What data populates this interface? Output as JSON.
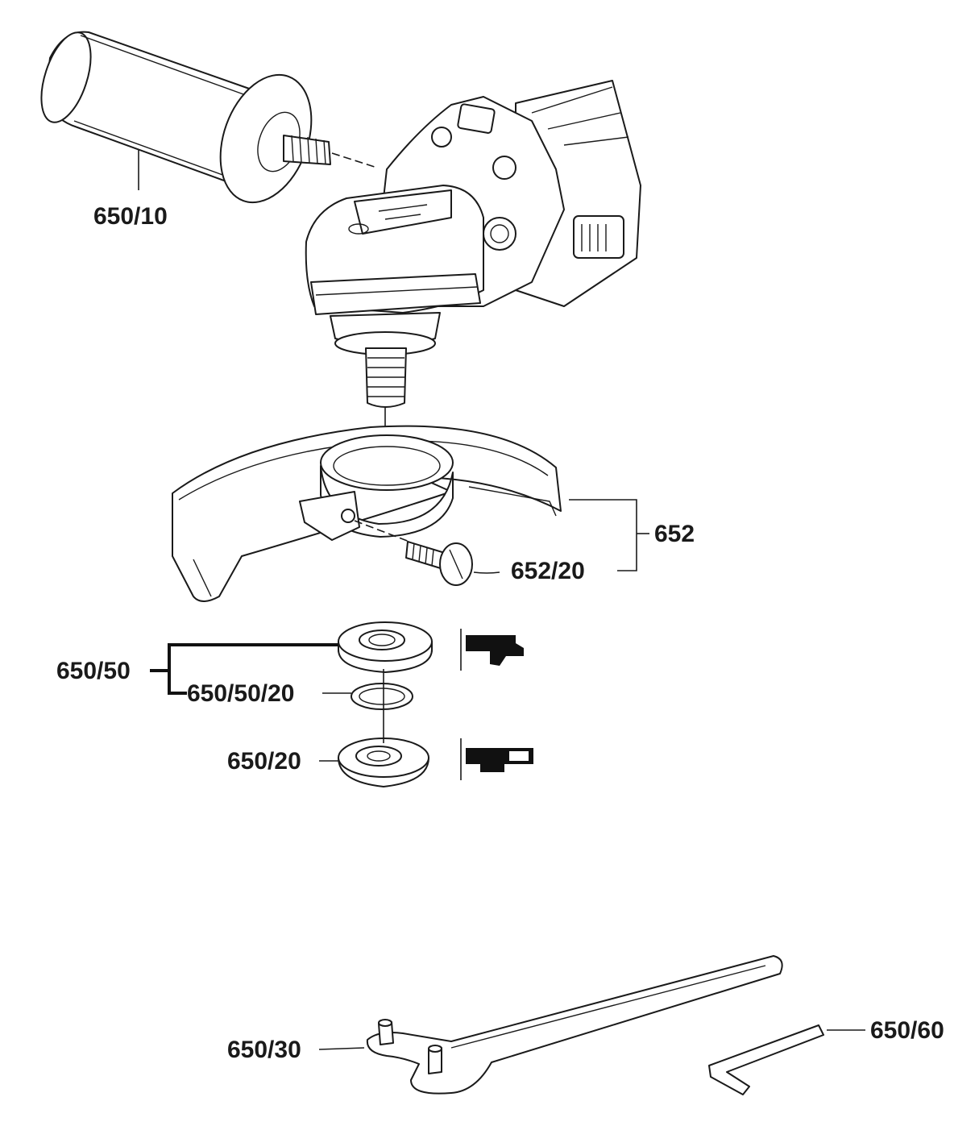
{
  "labels": {
    "handle": "650/10",
    "guard": "652",
    "guard_screw": "652/20",
    "flange_set": "650/50",
    "flange_ring": "650/50/20",
    "lower_flange": "650/20",
    "spanner": "650/30",
    "hex_key": "650/60"
  }
}
